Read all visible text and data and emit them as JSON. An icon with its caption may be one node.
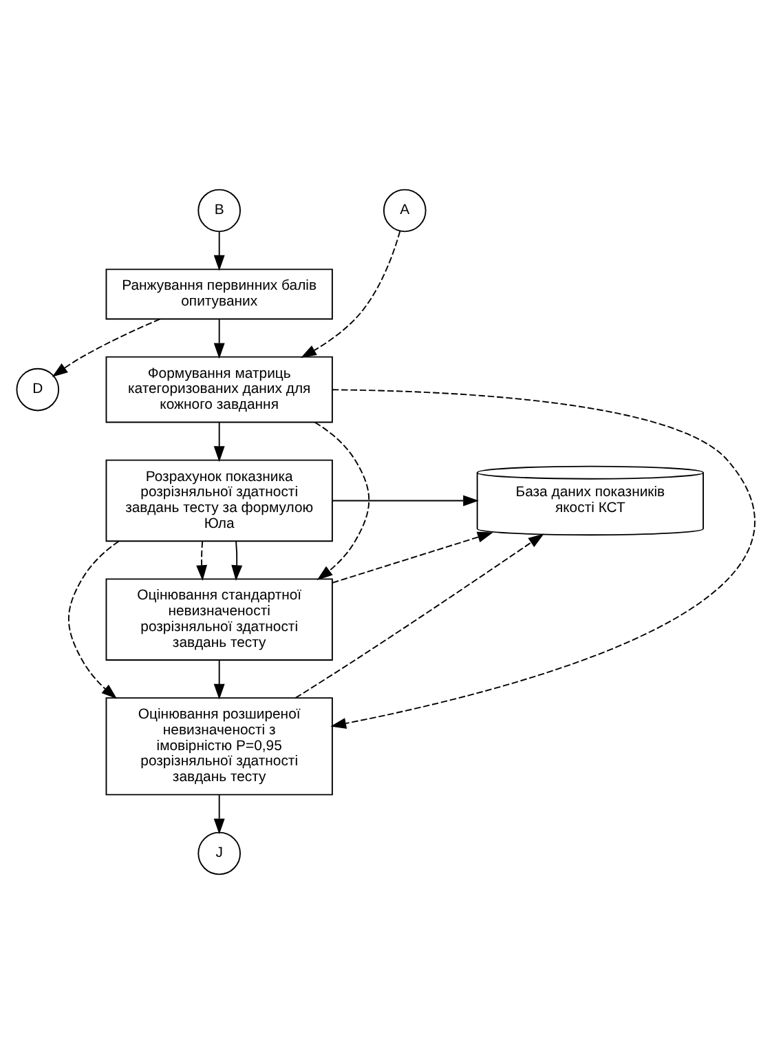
{
  "diagram": {
    "nodes": [
      {
        "text": [
          "B"
        ]
      },
      {
        "text": [
          "A"
        ]
      },
      {
        "text": [
          "Ранжування первинних балів опитуваних"
        ]
      },
      {
        "text": [
          "D"
        ]
      },
      {
        "text": [
          "Формування матриць категоризованих даних для кожного завдання"
        ]
      },
      {
        "text": [
          "База даних показників якості КСТ"
        ]
      },
      {
        "text": [
          "Розрахунок показника розрізняльної здатності завдань тесту за формулою Юла"
        ]
      },
      {
        "text": [
          "Оцінювання стандартної невизначеності розрізняльної здатності завдань тесту"
        ]
      },
      {
        "text": [
          "Оцінювання розширеної невизначеності з імовірністю P=0,95 розрізняльної здатності завдань тесту"
        ]
      },
      {
        "text": [
          "J"
        ]
      }
    ],
    "edges": [
      {
        "from": 0,
        "to": 2,
        "arrow": "to"
      },
      {
        "from": 2,
        "to": 3,
        "arrow": "to",
        "style": "dashed"
      },
      {
        "from": 2,
        "to": 4,
        "arrow": "to"
      },
      {
        "from": 1,
        "to": 4,
        "arrow": "to",
        "style": "dashed"
      },
      {
        "from": 4,
        "to": 6,
        "arrow": "to"
      },
      {
        "from": 4,
        "to": 7,
        "arrow": "to",
        "style": "dashed"
      },
      {
        "from": 4,
        "to": 8,
        "arrow": "to",
        "style": "dashed"
      },
      {
        "from": 6,
        "to": 5,
        "arrow": "to"
      },
      {
        "from": 6,
        "to": 7,
        "arrow": "to",
        "style": "dashed"
      },
      {
        "from": 6,
        "to": 8,
        "arrow": "to",
        "style": "dashed"
      },
      {
        "from": 6,
        "to": 7,
        "arrow": "to"
      },
      {
        "from": 7,
        "to": 5,
        "arrow": "to",
        "style": "dashed"
      },
      {
        "from": 7,
        "to": 8,
        "arrow": "to"
      },
      {
        "from": 8,
        "to": 5,
        "arrow": "to",
        "style": "dashed"
      },
      {
        "from": 8,
        "to": 9,
        "arrow": "to"
      }
    ]
  }
}
